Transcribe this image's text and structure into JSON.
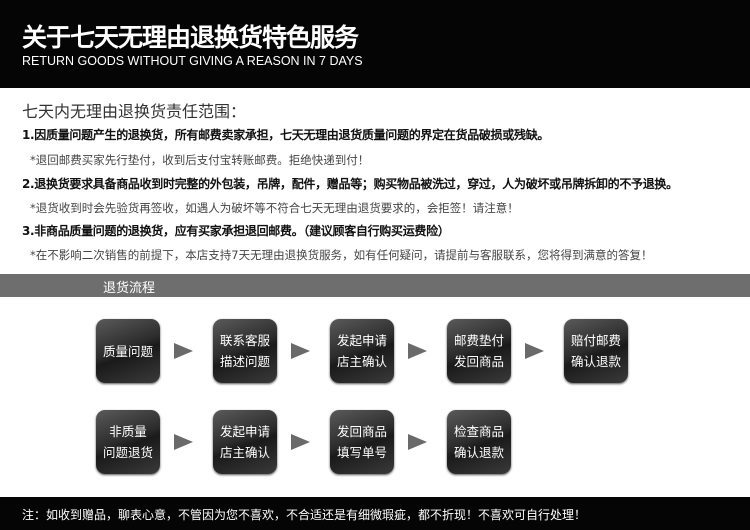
{
  "header": {
    "title": "关于七天无理由退换货特色服务",
    "subtitle": "RETURN GOODS WITHOUT GIVING A REASON IN 7 DAYS"
  },
  "policy": {
    "heading": "七天内无理由退换货责任范围：",
    "lines": [
      "1.因质量问题产生的退换货，所有邮费卖家承担，七天无理由退货质量问题的界定在货品破损或残缺。",
      "*退回邮费买家先行垫付，收到后支付宝转账邮费。拒绝快递到付！",
      "2.退换货要求具备商品收到时完整的外包装，吊牌，配件，赠品等；购买物品被洗过，穿过，人为破坏或吊牌拆卸的不予退换。",
      "*退货收到时会先验货再签收，如遇人为破坏等不符合七天无理由退货要求的，会拒签！请注意！",
      "3.非商品质量问题的退换货，应有买家承担退回邮费。（建议顾客自行购买运费险）",
      "*在不影响二次销售的前提下，本店支持7天无理由退换货服务，如有任何疑问，请提前与客服联系，您将得到满意的答复！"
    ]
  },
  "process": {
    "title": "退货流程",
    "row1": [
      [
        "质量问题",
        ""
      ],
      [
        "联系客服",
        "描述问题"
      ],
      [
        "发起申请",
        "店主确认"
      ],
      [
        "邮费垫付",
        "发回商品"
      ],
      [
        "赔付邮费",
        "确认退款"
      ]
    ],
    "row2": [
      [
        "非质量",
        "问题退货"
      ],
      [
        "发起申请",
        "店主确认"
      ],
      [
        "发回商品",
        "填写单号"
      ],
      [
        "检查商品",
        "确认退款"
      ]
    ]
  },
  "footer": {
    "note": "注：如收到赠品，聊表心意，不管因为您不喜欢，不合适还是有细微瑕疵，都不折现！不喜欢可自行处理！"
  }
}
